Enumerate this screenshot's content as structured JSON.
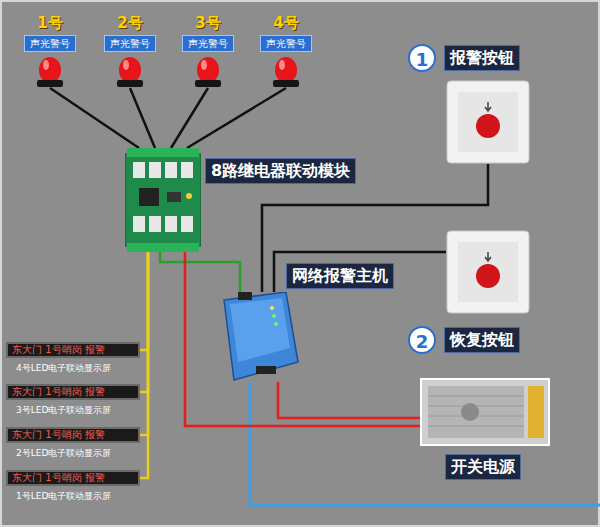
{
  "diagram": {
    "nodes": [
      {
        "text": [
          "1号",
          "声光警号"
        ]
      },
      {
        "text": [
          "2号",
          "声光警号"
        ]
      },
      {
        "text": [
          "3号",
          "声光警号"
        ]
      },
      {
        "text": [
          "4号",
          "声光警号"
        ]
      },
      {
        "text": [
          "1",
          "报警按钮"
        ]
      },
      {
        "text": [
          "8路继电器联动模块"
        ]
      },
      {
        "text": [
          "2",
          "恢复按钮"
        ]
      },
      {
        "text": [
          "网络报警主机"
        ]
      },
      {
        "text": [
          "开关电源"
        ]
      },
      {
        "text": [
          "东大门 1号哨岗 报警",
          "4号LED电子联动显示屏"
        ]
      },
      {
        "text": [
          "东大门 1号哨岗 报警",
          "3号LED电子联动显示屏"
        ]
      },
      {
        "text": [
          "东大门 1号哨岗 报警",
          "2号LED电子联动显示屏"
        ]
      },
      {
        "text": [
          "东大门 1号哨岗 报警",
          "1号LED电子联动显示屏"
        ]
      }
    ],
    "edges": [
      {
        "from": 0,
        "to": 5,
        "arrow": "none"
      },
      {
        "from": 1,
        "to": 5,
        "arrow": "none"
      },
      {
        "from": 2,
        "to": 5,
        "arrow": "none"
      },
      {
        "from": 3,
        "to": 5,
        "arrow": "none"
      },
      {
        "from": 4,
        "to": 7,
        "arrow": "none"
      },
      {
        "from": 6,
        "to": 7,
        "arrow": "none"
      },
      {
        "from": 5,
        "to": 7,
        "arrow": "none"
      },
      {
        "from": 8,
        "to": 7,
        "arrow": "none"
      },
      {
        "from": 5,
        "to": 8,
        "arrow": "none"
      },
      {
        "from": 9,
        "to": 5,
        "arrow": "none"
      },
      {
        "from": 10,
        "to": 5,
        "arrow": "none"
      },
      {
        "from": 11,
        "to": 5,
        "arrow": "none"
      },
      {
        "from": 12,
        "to": 5,
        "arrow": "none"
      }
    ]
  }
}
